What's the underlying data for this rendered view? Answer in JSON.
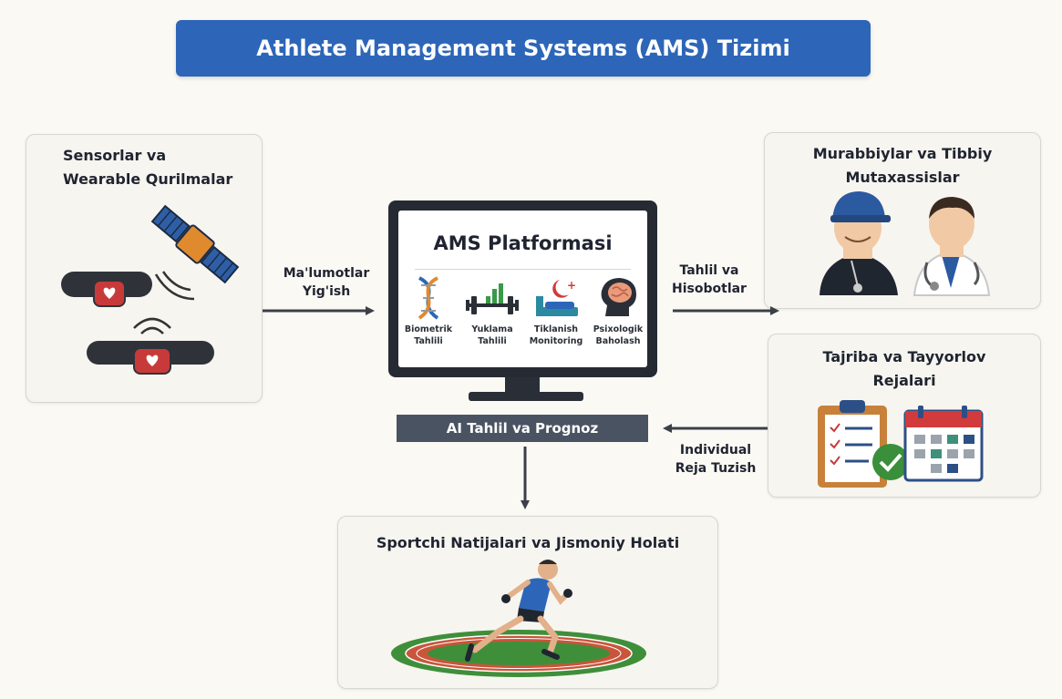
{
  "title": "Athlete Management Systems (AMS) Tizimi",
  "sensors_panel": {
    "title_line1": "Sensorlar va",
    "title_line2": "Wearable Qurilmalar"
  },
  "coaches_panel": {
    "title_line1": "Murabbiylar va Tibbiy",
    "title_line2": "Mutaxassislar"
  },
  "plans_panel": {
    "title_line1": "Tajriba va Tayyorlov",
    "title_line2": "Rejalari"
  },
  "results_panel": {
    "title": "Sportchi Natijalari va Jismoniy Holati"
  },
  "platform": {
    "title": "AMS Platformasi",
    "modules": [
      {
        "line1": "Biometrik",
        "line2": "Tahlili",
        "icon": "dna-icon"
      },
      {
        "line1": "Yuklama",
        "line2": "Tahlili",
        "icon": "barbell-chart-icon"
      },
      {
        "line1": "Tiklanish",
        "line2": "Monitoring",
        "icon": "recovery-bed-icon"
      },
      {
        "line1": "Psixologik",
        "line2": "Baholash",
        "icon": "brain-head-icon"
      }
    ]
  },
  "ai_bar": "AI Tahlil va Prognoz",
  "flows": {
    "collect_line1": "Ma'lumotlar",
    "collect_line2": "Yig'ish",
    "reports_line1": "Tahlil va",
    "reports_line2": "Hisobotlar",
    "individual_line1": "Individual",
    "individual_line2": "Reja Tuzish"
  },
  "colors": {
    "banner": "#2d66b8",
    "ai_bar": "#4a5362",
    "monitor": "#262b33",
    "arrow": "#3b4048"
  }
}
